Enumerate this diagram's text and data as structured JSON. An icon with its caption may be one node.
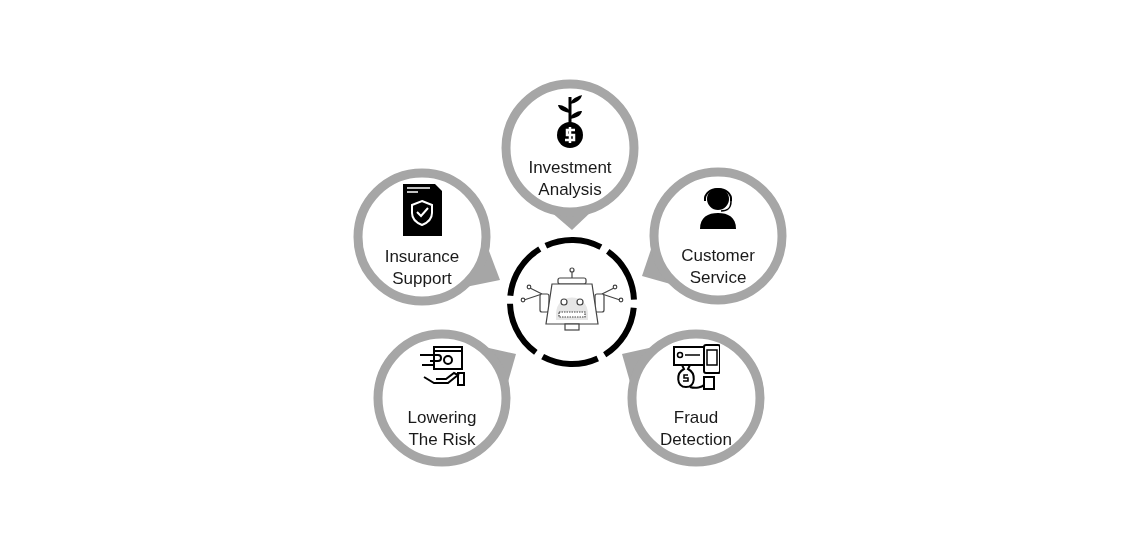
{
  "diagram": {
    "nodes": [
      {
        "text": [
          "Investment Analysis"
        ]
      },
      {
        "text": [
          "Insurance Support"
        ]
      },
      {
        "text": [
          "Customer Service"
        ]
      },
      {
        "text": [],
        "shape": "picture"
      },
      {
        "text": [
          "Lowering The Risk"
        ]
      },
      {
        "text": [
          "Fraud Detection"
        ]
      }
    ],
    "edges": []
  }
}
